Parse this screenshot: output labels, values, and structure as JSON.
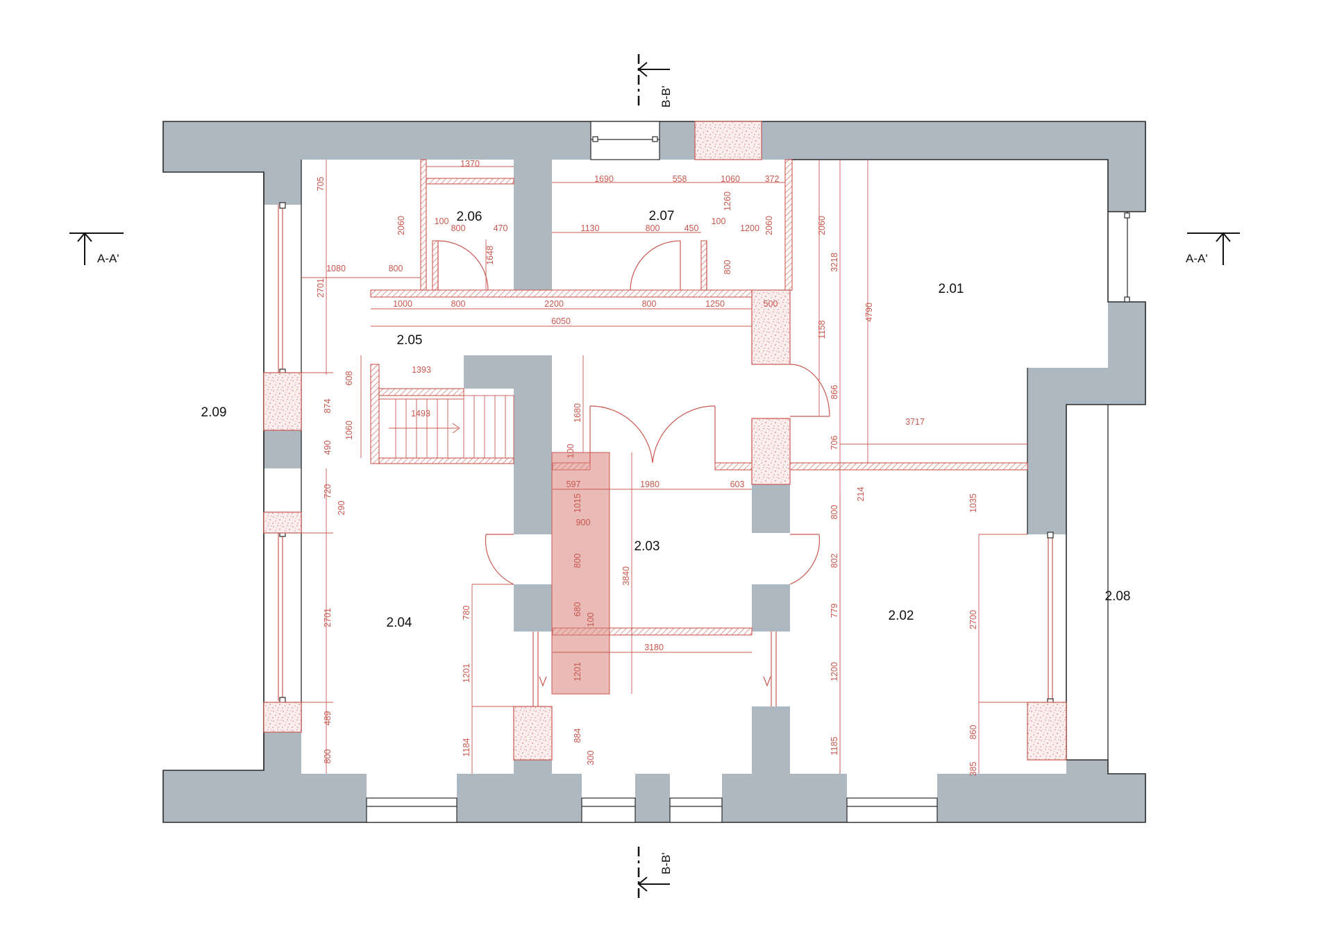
{
  "rooms": [
    {
      "id": "2.01"
    },
    {
      "id": "2.02"
    },
    {
      "id": "2.03"
    },
    {
      "id": "2.04"
    },
    {
      "id": "2.05"
    },
    {
      "id": "2.06"
    },
    {
      "id": "2.07"
    },
    {
      "id": "2.08"
    },
    {
      "id": "2.09"
    }
  ],
  "sections": {
    "a_left": "A-A'",
    "a_right": "A-A'",
    "b_top": "B-B'",
    "b_bottom": "B-B'"
  },
  "dimensions": [
    "705",
    "1370",
    "2060",
    "100",
    "800",
    "470",
    "1648",
    "1080",
    "800",
    "2701",
    "1000",
    "800",
    "2200",
    "800",
    "1250",
    "500",
    "6050",
    "1690",
    "558",
    "1060",
    "372",
    "1260",
    "1130",
    "800",
    "450",
    "100",
    "1200",
    "2060",
    "800",
    "2060",
    "3218",
    "4790",
    "1158",
    "866",
    "706",
    "3717",
    "608",
    "1393",
    "874",
    "1493",
    "1060",
    "490",
    "1680",
    "100",
    "597",
    "1980",
    "603",
    "214",
    "1015",
    "900",
    "720",
    "290",
    "2701",
    "800",
    "3840",
    "800",
    "802",
    "780",
    "680",
    "100",
    "779",
    "3180",
    "1201",
    "1201",
    "1200",
    "1035",
    "2700",
    "489",
    "884",
    "1184",
    "800",
    "300",
    "1185",
    "860",
    "385"
  ]
}
